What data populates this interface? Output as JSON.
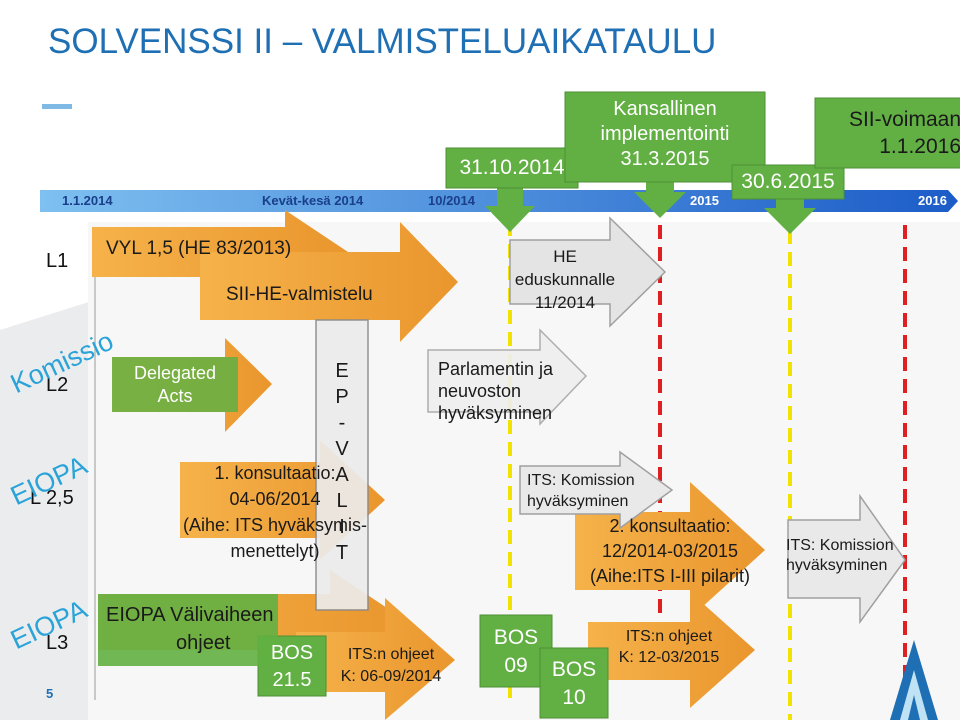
{
  "title": "SOLVENSSI II – VALMISTELUAIKATAULU",
  "timeline": {
    "labels": [
      "1.1.2014",
      "Kevät-kesä 2014",
      "10/2014",
      "2015",
      "2016"
    ],
    "milestones": [
      {
        "label": "31.10.2014"
      },
      {
        "label": "Kansallinen implementointi 31.3.2015",
        "line1": "Kansallinen",
        "line2": "implementointi",
        "line3": "31.3.2015"
      },
      {
        "label": "30.6.2015"
      },
      {
        "label": "SII-voimaan 1.1.2016",
        "line1": "SII-voimaan",
        "line2": "1.1.2016"
      }
    ]
  },
  "rows": [
    "L1",
    "L2",
    "L 2,5",
    "L3"
  ],
  "side_labels": [
    "Komissio",
    "EIOPA",
    "EIOPA"
  ],
  "arrows": {
    "vyl": "VYL 1,5 (HE 83/2013)",
    "sii_he": "SII-HE-valmistelu",
    "delegated_1": "Delegated",
    "delegated_2": "Acts",
    "ep_letters": [
      "E",
      "P",
      "-",
      "V",
      "A",
      "L",
      "I",
      "T"
    ],
    "konsultaatio1_1": "1. konsultaatio:",
    "konsultaatio1_2": "04-06/2014",
    "konsultaatio1_3": "(Aihe: ITS hyväksymis-",
    "konsultaatio1_4": "menettelyt)",
    "eiopa_ohjeet_1": "EIOPA Välivaiheen",
    "eiopa_ohjeet_2": "ohjeet",
    "bos21_1": "BOS",
    "bos21_2": "21.5",
    "its_ohjeet1_1": "ITS:n ohjeet",
    "its_ohjeet1_2": "K: 06-09/2014",
    "he_1": "HE",
    "he_2": "eduskunnalle",
    "he_3": "11/2014",
    "parlamentti_1": "Parlamentin ja",
    "parlamentti_2": "neuvoston",
    "parlamentti_3": "hyväksyminen",
    "its_komissio1_1": "ITS: Komission",
    "its_komissio1_2": "hyväksyminen",
    "konsultaatio2_1": "2. konsultaatio:",
    "konsultaatio2_2": "12/2014-03/2015",
    "konsultaatio2_3": "(Aihe:ITS I-III pilarit)",
    "its_komissio2_1": "ITS: Komission",
    "its_komissio2_2": "hyväksyminen",
    "bos09_1": "BOS",
    "bos09_2": "09",
    "bos10_1": "BOS",
    "bos10_2": "10",
    "its_ohjeet2_1": "ITS:n ohjeet",
    "its_ohjeet2_2": "K: 12-03/2015"
  },
  "page_number": "5",
  "colors": {
    "title": "#1f6fb4",
    "green": "#62b043",
    "grey": "#e6e6e6",
    "orange": "#f0a23a",
    "red_dash": "#e02020",
    "yellow_dash": "#f2e200",
    "timeline": "#2a6ad4"
  }
}
